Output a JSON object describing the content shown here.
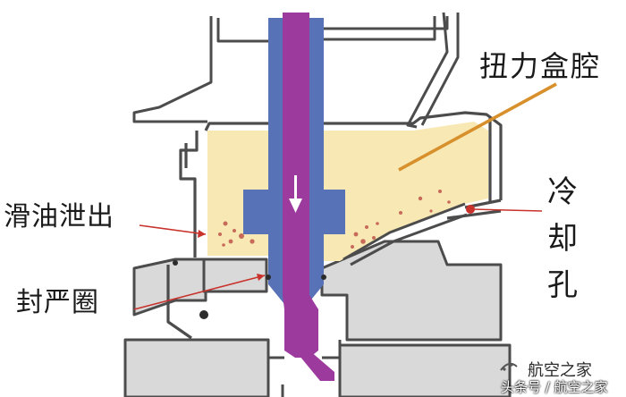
{
  "labels": {
    "torque_box_cavity": "扭力盒腔",
    "oil_leak": "滑油泄出",
    "seal_ring": "封严圈",
    "cooling_hole": [
      "冷",
      "却",
      "孔"
    ]
  },
  "watermark": {
    "brand": "航空之家",
    "source": "头条号 / 航空之家",
    "icon": "plane-logo-icon"
  },
  "colors": {
    "oil_fill": "#f7e8b4",
    "shaft_outer": "#5872b8",
    "shaft_core": "#9c3a9e",
    "pointer": "#c8322b",
    "torque_pointer": "#d8902c",
    "metal_outline": "#4c4c4c",
    "metal_fill": "#d9d9d9"
  }
}
